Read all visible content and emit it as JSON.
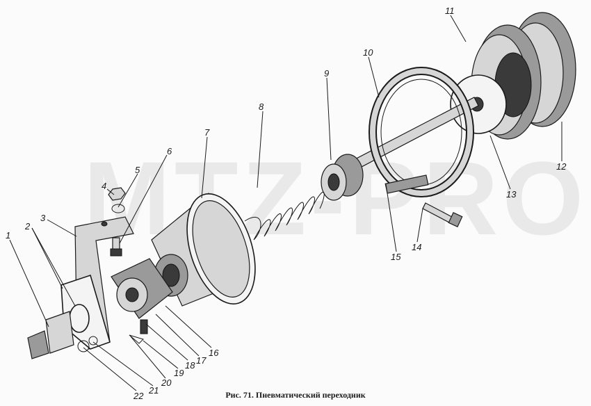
{
  "caption": "Рис. 71. Пневматический переходник",
  "watermark": "MTZ-PRO",
  "colors": {
    "ink": "#1a1a1a",
    "paper": "#fbfbfb",
    "shade": "#9a9a9a"
  },
  "labels": [
    "1",
    "2",
    "3",
    "4",
    "5",
    "6",
    "7",
    "8",
    "9",
    "10",
    "11",
    "12",
    "13",
    "14",
    "15",
    "16",
    "17",
    "18",
    "19",
    "20",
    "21",
    "22"
  ]
}
